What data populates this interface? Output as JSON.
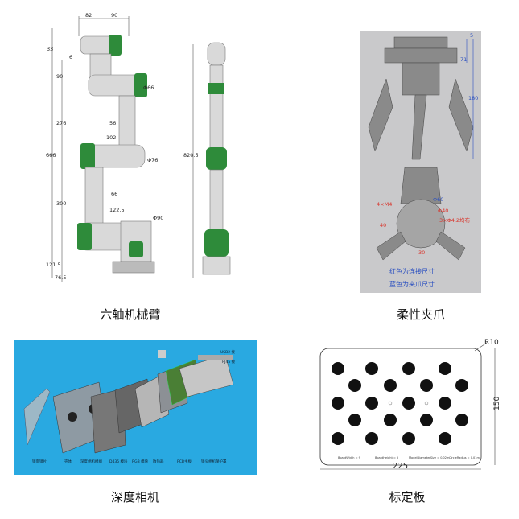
{
  "captions": {
    "robot_arm": "六轴机械臂",
    "gripper": "柔性夹爪",
    "depth_camera": "深度相机",
    "calibration_board": "标定板"
  },
  "robot_arm": {
    "dims": {
      "top_82": "82",
      "top_90": "90",
      "d33": "33",
      "d6": "6",
      "d90": "90",
      "phi66": "Φ66",
      "d276": "276",
      "d56": "56",
      "d102": "102",
      "d666": "666",
      "phi76": "Φ76",
      "d300": "300",
      "d66": "66",
      "d1225": "122.5",
      "phi90": "Φ90",
      "d1215": "121.5",
      "d765": "76.5",
      "d8205": "820.5"
    },
    "colors": {
      "joint_green": "#2e8b3a",
      "link_gray": "#d9d9d9"
    }
  },
  "gripper": {
    "dims": {
      "d5": "5",
      "d71": "71",
      "d180": "180",
      "phi60": "Φ60",
      "phi40": "Φ40",
      "m4": "4×M4",
      "holes": "3×Φ4.2均布",
      "d40": "40",
      "d30": "30"
    },
    "notes": [
      "红色为连接尺寸",
      "蓝色为夹爪尺寸"
    ],
    "colors": {
      "red": "#d9342b",
      "blue": "#2a4fc0",
      "bg": "#c9c9cb"
    }
  },
  "depth_camera": {
    "labels": [
      "镜面镜片",
      "壳体",
      "深度相机模组",
      "D435 模块",
      "RGB 模块",
      "散热器",
      "PCB主板",
      "镜头相机保护罩"
    ],
    "top_labels": [
      "USB2 接",
      "RJ45 接"
    ],
    "colors": {
      "bg": "#29a9e1"
    }
  },
  "calibration_board": {
    "radius_label": "R10",
    "width_label": "225",
    "height_label": "150",
    "bottom_notes": [
      "BoardWidth = 9",
      "BoardHeight = 5",
      "ModelDiameterSize = 0.02m",
      "CircleRadius = 0.01m"
    ]
  }
}
